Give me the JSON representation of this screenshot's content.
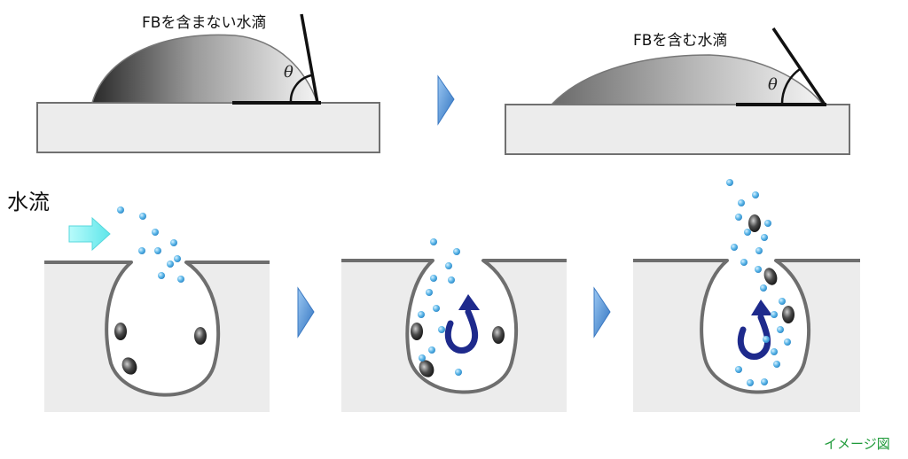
{
  "top": {
    "left_label": "FBを含まない水滴",
    "right_label": "FBを含む水滴",
    "angle_symbol": "θ"
  },
  "bottom": {
    "flow_label": "水流"
  },
  "footer": {
    "note": "イメージ図"
  },
  "colors": {
    "plate_fill": "#ececec",
    "plate_stroke": "#707070",
    "cavity_stroke": "#6e6e6e",
    "bubble": "#55b3e6",
    "arrow_next": "#4a8fd4",
    "flow_arrow": "#7ff0f0",
    "swirl": "#1e2a8c",
    "note_green": "#1f9a3a"
  },
  "icons": [
    "next-arrow-icon",
    "water-flow-arrow-icon",
    "swirl-arrow-icon"
  ]
}
